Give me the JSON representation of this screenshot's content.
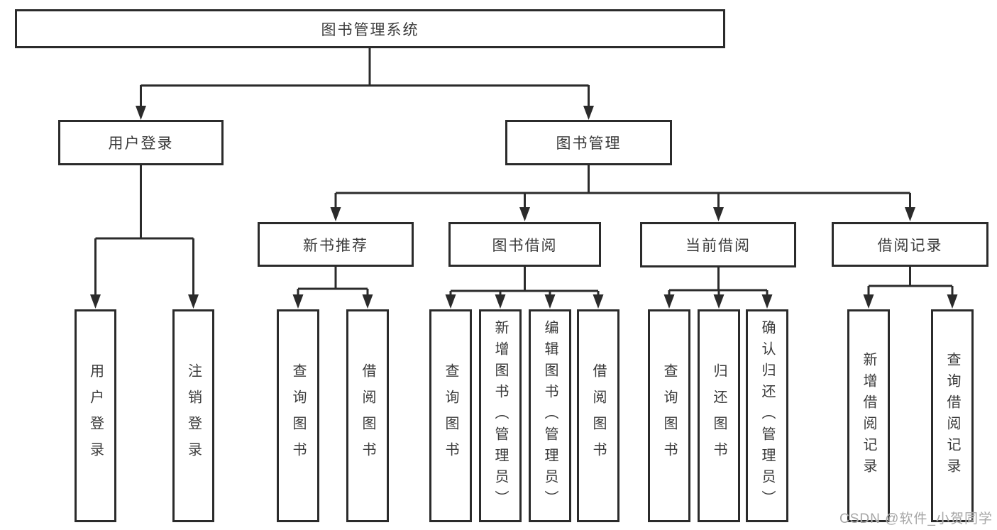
{
  "diagram": {
    "root": "图书管理系统",
    "level2": {
      "user_login": "用户登录",
      "book_mgmt": "图书管理"
    },
    "level3": {
      "new_books": "新书推荐",
      "book_borrow": "图书借阅",
      "current_borrow": "当前借阅",
      "borrow_records": "借阅记录"
    },
    "leaves": {
      "user_login": [
        "用户登录",
        "注销登录"
      ],
      "new_books": [
        "查询图书",
        "借阅图书"
      ],
      "book_borrow": [
        "查询图书",
        "新增图书（管理员）",
        "编辑图书（管理员）",
        "借阅图书"
      ],
      "current_borrow": [
        "查询图书",
        "归还图书",
        "确认归还（管理员）"
      ],
      "borrow_records": [
        "新增借阅记录",
        "查询借阅记录"
      ]
    },
    "colors": {
      "line": "#2b2b2b",
      "text": "#3a3a3a",
      "watermark": "#a6a6a6"
    }
  },
  "watermark": "CSDN @软件_小贺同学"
}
